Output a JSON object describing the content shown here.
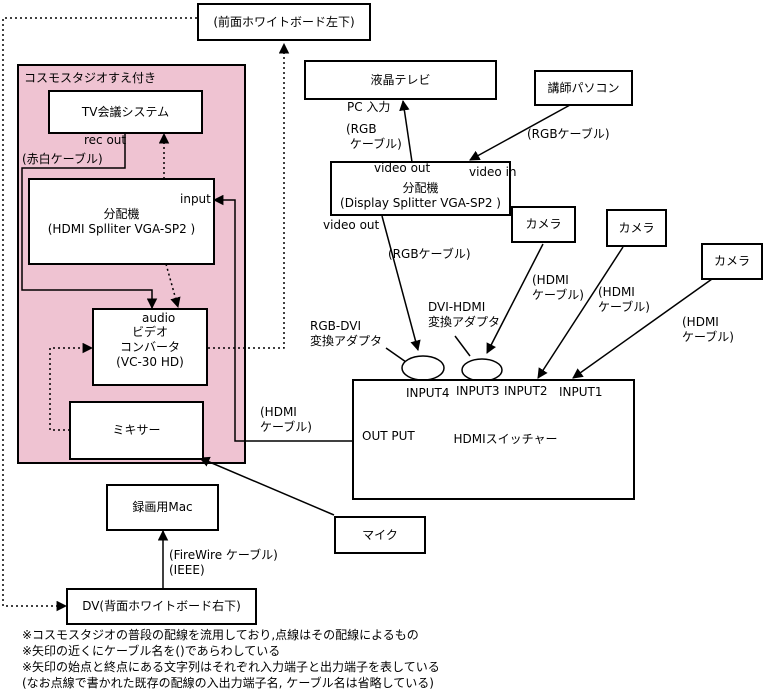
{
  "region": {
    "title": "コスモスタジオすえ付き"
  },
  "boxes": {
    "whiteboard_front": "(前面ホワイトボード左下)",
    "tv_conf": "TV会議システム",
    "splitter_hdmi": "分配機\n(HDMI Splliter VGA-SP2 )",
    "video_converter": "ビデオ\nコンバータ\n(VC-30 HD)",
    "mixer": "ミキサー",
    "lcd_tv": "液晶テレビ",
    "lecturer_pc": "講師パソコン",
    "splitter_display": "分配機\n(Display Splitter VGA-SP2 )",
    "camera1": "カメラ",
    "camera2": "カメラ",
    "camera3": "カメラ",
    "hdmi_switcher": "HDMIスイッチャー",
    "mic": "マイク",
    "rec_mac": "録画用Mac",
    "dv": "DV(背面ホワイトボード右下)"
  },
  "labels": {
    "rec_out": "rec out",
    "red_white_cable": "(赤白ケーブル)",
    "input": "input",
    "audio": "audio",
    "pc_in": "PC 入力",
    "rgb_cable_tv": "(RGB\n ケーブル)",
    "video_out_top": "video out",
    "video_in": "video in",
    "rgb_cable_pc": "(RGBケーブル)",
    "video_out_left": "video out",
    "rgb_cable_sw": "(RGBケーブル)",
    "hdmi_cam3": "(HDMI\nケーブル)",
    "hdmi_cam2": "(HDMI\nケーブル)",
    "hdmi_cam1": "(HDMI\nケーブル)",
    "rgb_dvi": "RGB-DVI\n変換アダプタ",
    "dvi_hdmi": "DVI-HDMI\n変換アダプタ",
    "input4": "INPUT4",
    "input3": "INPUT3",
    "input2": "INPUT2",
    "input1": "INPUT1",
    "out_put": "OUT PUT",
    "hdmi_cable_out": "(HDMI\nケーブル)",
    "firewire": "(FireWire ケーブル)\n(IEEE)"
  },
  "notes": [
    "※コスモスタジオの普段の配線を流用しており,点線はその配線によるもの",
    "※矢印の近くにケーブル名を()であらわしている",
    "※矢印の始点と終点にある文字列はそれぞれ入力端子と出力端子を表している",
    "(なお点線で書かれた既存の配線の入出力端子名, ケーブル名は省略している)"
  ]
}
